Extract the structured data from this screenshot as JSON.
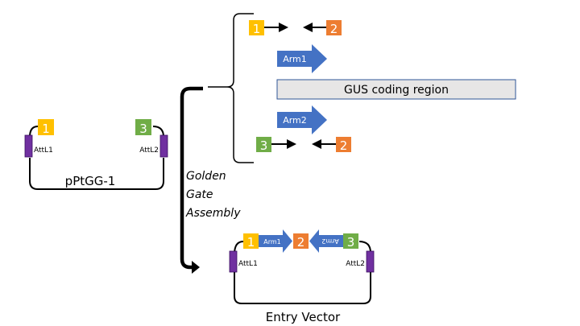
{
  "colors": {
    "site1": "#ffc000",
    "site2": "#ed7d31",
    "site3": "#70ad47",
    "arm": "#4472c4",
    "attl": "#7030a0",
    "gus_fill": "#e7e6e6",
    "gus_border": "#2f5597",
    "line": "#000000"
  },
  "source_vector": {
    "name": "pPtGG-1",
    "left_site": "1",
    "right_site": "3",
    "left_att": "AttL1",
    "right_att": "AttL2"
  },
  "parts": {
    "primer1": {
      "left_site": "1",
      "right_site": "2"
    },
    "arm1": {
      "label": "Arm1"
    },
    "gus": {
      "label": "GUS coding region"
    },
    "arm2": {
      "label": "Arm2"
    },
    "primer2": {
      "left_site": "3",
      "right_site": "2"
    }
  },
  "process": {
    "label_lines": [
      "Golden",
      "Gate",
      "Assembly"
    ]
  },
  "entry_vector": {
    "name": "Entry Vector",
    "left_att": "AttL1",
    "right_att": "AttL2",
    "site_left": "1",
    "arm_left": "Arm1",
    "site_mid": "2",
    "arm_right": "Arm2",
    "site_right": "3"
  }
}
